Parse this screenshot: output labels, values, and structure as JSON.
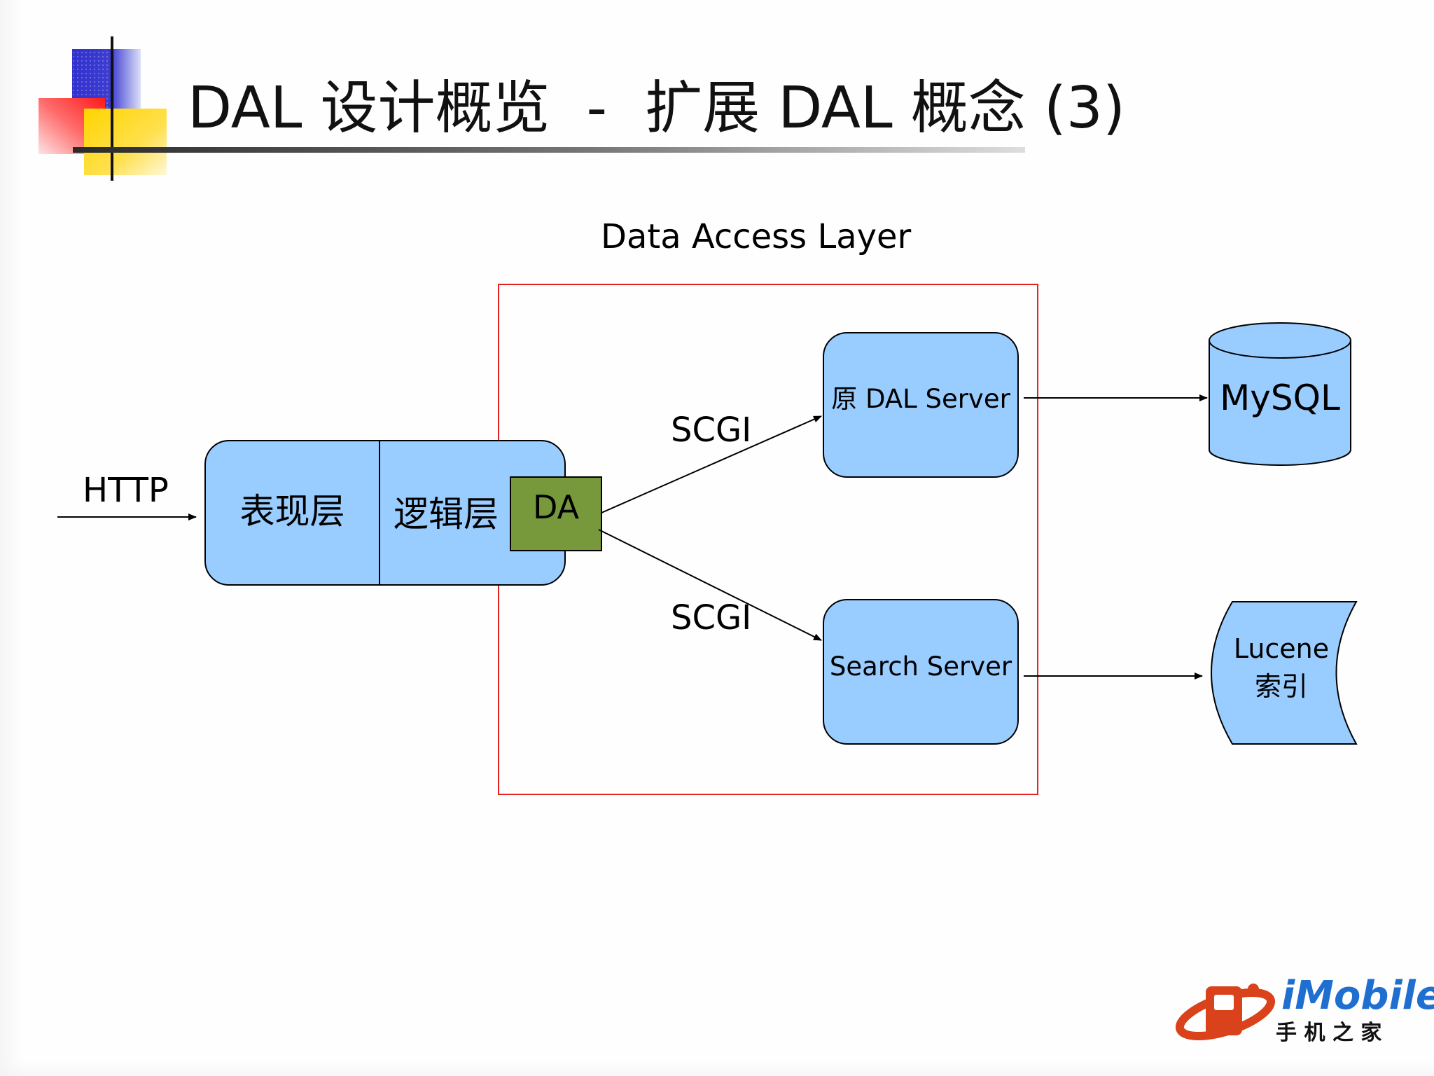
{
  "slide": {
    "title_main": "DAL 设计概览",
    "title_separator": "-",
    "title_sub": "扩展 DAL 概念 (3)"
  },
  "diagram": {
    "layer_title": "Data Access Layer",
    "http_label": "HTTP",
    "presentation_layer": "表现层",
    "logic_layer": "逻辑层",
    "da_box": "DA",
    "scgi_top": "SCGI",
    "scgi_bottom": "SCGI",
    "dal_server": "原 DAL Server",
    "search_server": "Search Server",
    "mysql": "MySQL",
    "lucene_line1": "Lucene",
    "lucene_line2": "索引"
  },
  "logo": {
    "brand": "iMobile",
    "tagline": "手 机 之 家"
  },
  "colors": {
    "box_fill": "#99ccff",
    "da_fill": "#77993b",
    "frame_red": "#e32222",
    "logo_red": "#d9421b",
    "logo_blue": "#1f6fd1"
  }
}
